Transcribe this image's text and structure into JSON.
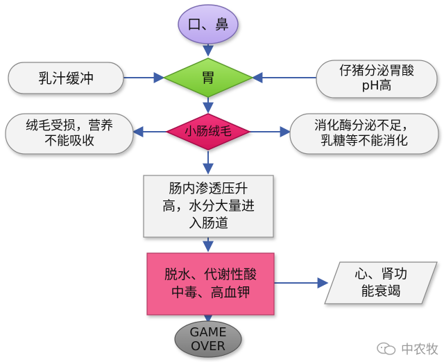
{
  "nodes": {
    "mouth_nose": "口、鼻",
    "stomach": "胃",
    "milk_buffer": "乳汁缓冲",
    "piglet_acid": "仔猪分泌胃酸\npH高",
    "villi": "小肠绒毛",
    "villi_damage": "绒毛受损，营养\n不能吸收",
    "enzyme": "消化酶分泌不足，\n乳糖等不能消化",
    "osmotic": "肠内渗透压升\n高，水分大量进\n入肠道",
    "dehydration": "脱水、代谢性酸\n中毒、高血钾",
    "heart_kidney": "心、肾功\n能衰竭",
    "game_over": "GAME\nOVER"
  },
  "watermark": "中农牧",
  "colors": {
    "ellipse_top": "#c9b8f4",
    "stomach_green": "#8fd84a",
    "villi_red": "#e8206a",
    "pink_box": "#f2608f",
    "gray_box": "#f2f2f2",
    "gameover_gray": "#8c8c8c",
    "arrow": "#3f5fa8"
  }
}
